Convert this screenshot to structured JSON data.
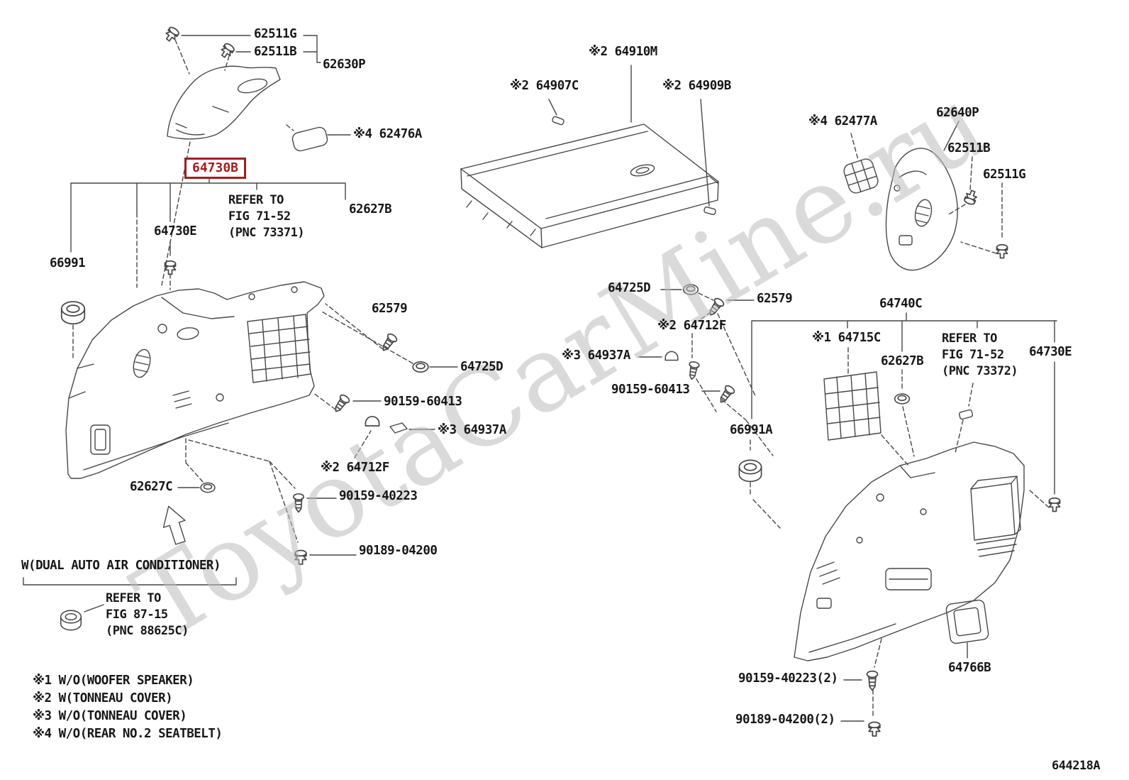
{
  "watermark": "ToyotaCarMine.ru",
  "diagram_id": "644218A",
  "highlight": {
    "part_no": "64730B",
    "color": "#A31D1D"
  },
  "notes": {
    "ac": "W(DUAL AUTO AIR CONDITIONER)",
    "refer_73371": [
      "REFER TO",
      "FIG 71-52",
      "(PNC 73371)"
    ],
    "refer_88625C": [
      "REFER TO",
      "FIG 87-15",
      "(PNC 88625C)"
    ],
    "refer_73372": [
      "REFER TO",
      "FIG 71-52",
      "(PNC 73372)"
    ]
  },
  "footnotes": [
    "※1 W/O(WOOFER SPEAKER)",
    "※2 W(TONNEAU COVER)",
    "※3 W/O(TONNEAU COVER)",
    "※4 W/O(REAR NO.2 SEATBELT)"
  ],
  "parts": {
    "tl_62511G": "62511G",
    "tl_62511B": "62511B",
    "tl_62630P": "62630P",
    "tl_62476A": "※4 62476A",
    "lp_62627B": "62627B",
    "lp_64730E": "64730E",
    "lp_66991": "66991",
    "lp_62579": "62579",
    "lp_64725D": "64725D",
    "lp_90159_60413": "90159-60413",
    "lp_64937A": "※3 64937A",
    "lp_64712F": "※2 64712F",
    "lp_62627C": "62627C",
    "lp_90159_40223": "90159-40223",
    "lp_90189_04200": "90189-04200",
    "tc_64910M": "※2 64910M",
    "tc_64907C": "※2 64907C",
    "tc_64909B": "※2 64909B",
    "tc_64725D": "64725D",
    "tc_62579": "62579",
    "tc_64712F": "※2 64712F",
    "tc_64937A": "※3 64937A",
    "tc_90159_60413": "90159-60413",
    "tr_62477A": "※4 62477A",
    "tr_62640P": "62640P",
    "tr_62511B": "62511B",
    "tr_62511G": "62511G",
    "rp_64740C": "64740C",
    "rp_64715C": "※1 64715C",
    "rp_62627B": "62627B",
    "rp_64730E": "64730E",
    "rp_66991A": "66991A",
    "rp_64766B": "64766B",
    "rp_90159_40223": "90159-40223(2)",
    "rp_90189_04200": "90189-04200(2)"
  }
}
